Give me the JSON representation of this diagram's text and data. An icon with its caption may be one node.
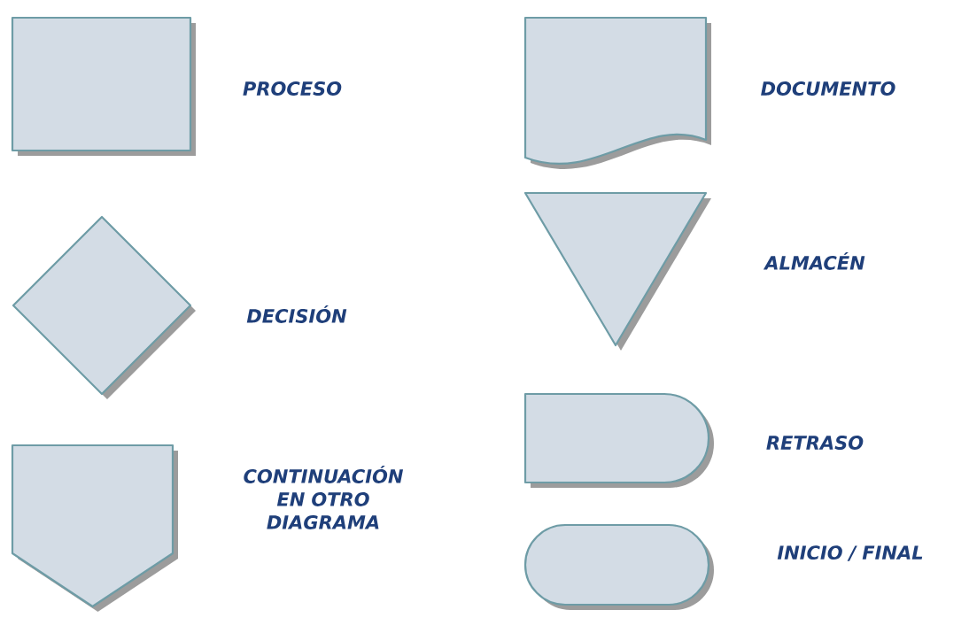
{
  "diagram": {
    "nodes": [
      {
        "text": [],
        "shape": "box",
        "beside": [
          "PROCESO"
        ]
      },
      {
        "text": [],
        "shape": "diamond",
        "beside": [
          "DECISIÓN"
        ]
      },
      {
        "text": [],
        "shape": "pentagon",
        "beside": [
          "CONTINUACIÓN EN OTRO DIAGRAMA"
        ]
      },
      {
        "text": [],
        "shape": "document",
        "beside": [
          "DOCUMENTO"
        ]
      },
      {
        "text": [],
        "shape": "triangle",
        "beside": [
          "ALMACÉN"
        ]
      },
      {
        "text": [],
        "shape": "delay",
        "beside": [
          "RETRASO"
        ]
      },
      {
        "text": [],
        "shape": "terminator",
        "beside": [
          "INICIO / FINAL"
        ]
      }
    ]
  }
}
